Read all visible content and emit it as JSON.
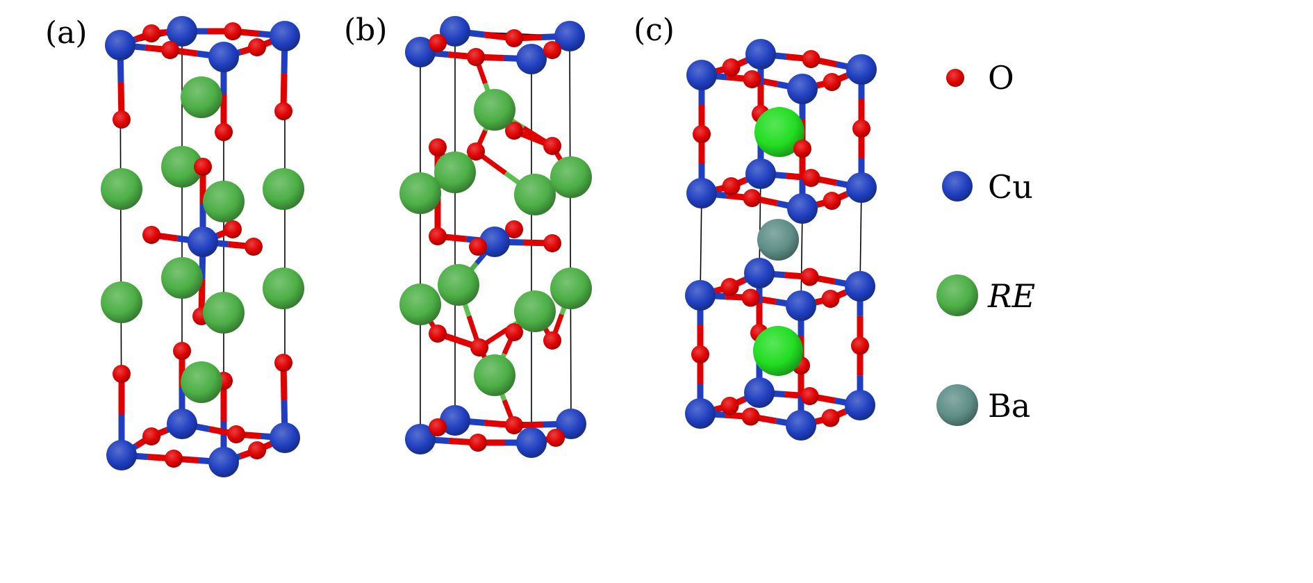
{
  "panels": [
    {
      "label": "(a)"
    },
    {
      "label": "(b)"
    },
    {
      "label": "(c)"
    }
  ],
  "legend": [
    {
      "element": "O",
      "color": "#e00000"
    },
    {
      "element": "Cu",
      "color": "#1f3fc0"
    },
    {
      "element": "RE",
      "color": "#4caf45"
    },
    {
      "element": "Ba",
      "color": "#5f8f88"
    }
  ],
  "colors": {
    "O": "#e00000",
    "Cu": "#1f3fc0",
    "RE": "#4caf45",
    "RE_c": "#22dd22",
    "Ba": "#5f8f88"
  }
}
